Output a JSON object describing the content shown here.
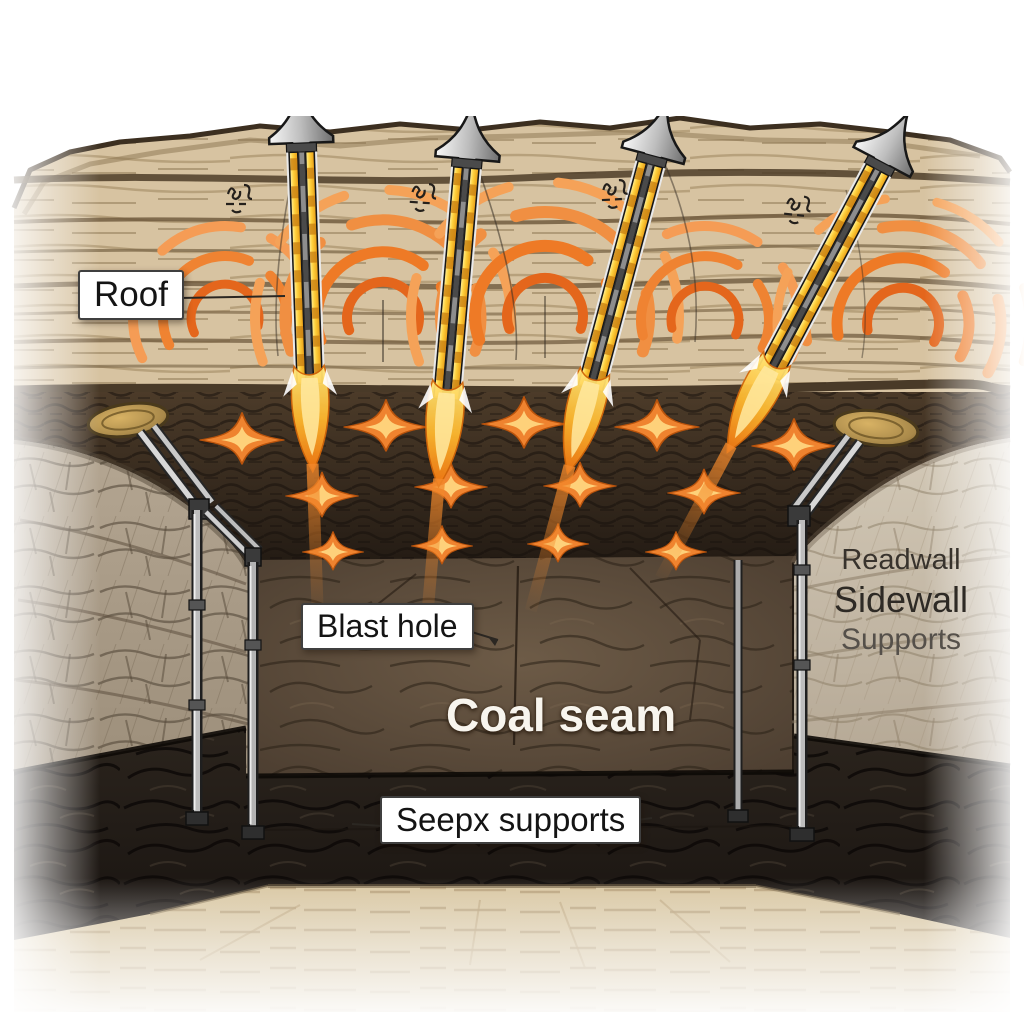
{
  "illustration": {
    "subject": "Coal mine roadway cross-section showing blast holes drilled into the roof strata",
    "style": "hand-drawn colored sketch",
    "labels": {
      "roof": "Roof",
      "blast_hole": "Blast hole",
      "coal_seam": "Coal seam",
      "seep_supports": "Seepx supports",
      "sidewall": {
        "line1": "Readwall",
        "line2": "Sidewall",
        "line3": "Supports"
      }
    },
    "elements": {
      "blast_rod_count": 4,
      "shockwave_cluster_count": 5,
      "burst_mark_count": 13,
      "roof_plate_count": 2,
      "prop_count": 4
    },
    "colors": {
      "shockwave_orange": "#ee7a22",
      "flame_yellow": "#ffd23e",
      "rod_gold": "#f0a81f",
      "strata_beige": "#d7c3a1",
      "ceiling_brown": "#32281f",
      "back_wall_brown": "#5d4c3c",
      "coal_black": "#221b15",
      "floor_tan": "#d6c49f",
      "label_background": "#ffffff",
      "label_text": "#141414"
    }
  }
}
